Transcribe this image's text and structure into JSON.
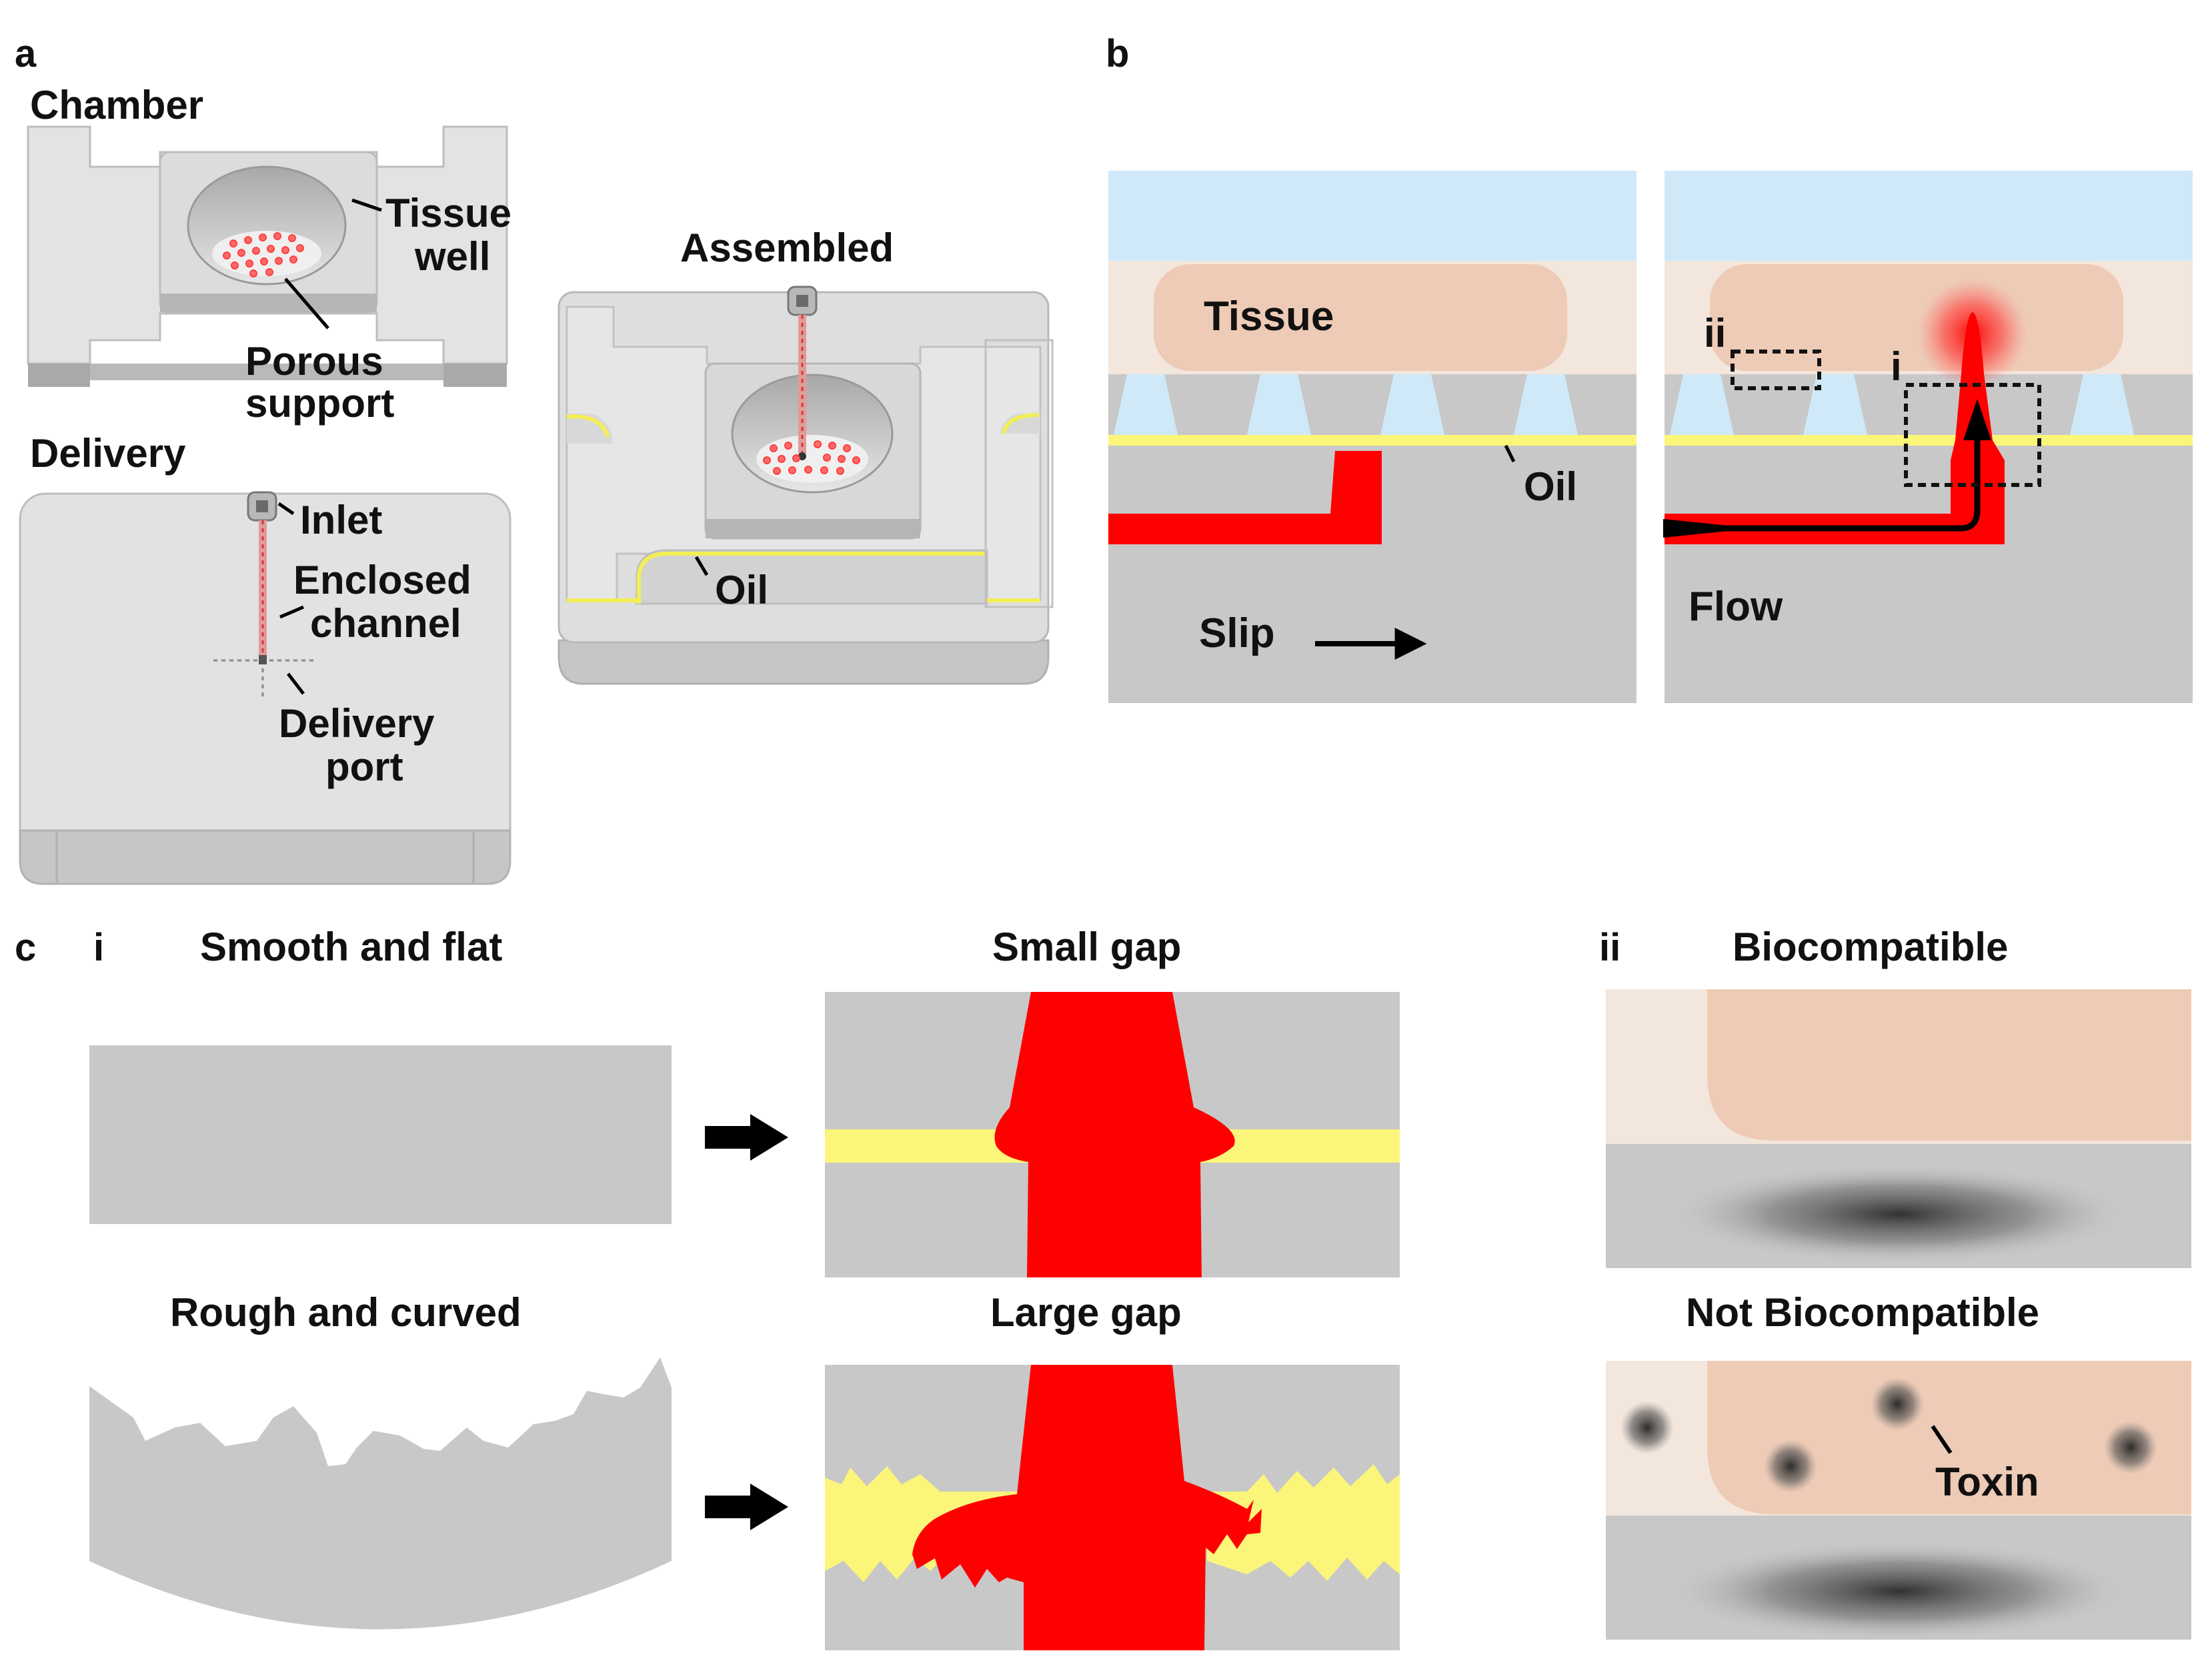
{
  "panels": {
    "a": "a",
    "b": "b",
    "c": "c"
  },
  "panel_a": {
    "chamber": {
      "title": "Chamber",
      "tissue_well": [
        "Tissue",
        "well"
      ],
      "porous_support": [
        "Porous",
        "support"
      ]
    },
    "delivery": {
      "title": "Delivery",
      "inlet": "Inlet",
      "enclosed_channel": [
        "Enclosed",
        "channel"
      ],
      "delivery_port": [
        "Delivery",
        "port"
      ]
    },
    "assembled": {
      "title": "Assembled",
      "oil": "Oil"
    }
  },
  "panel_b": {
    "left": {
      "tissue": "Tissue",
      "oil": "Oil",
      "slip": "Slip"
    },
    "right": {
      "flow": "Flow",
      "marker_i": "i",
      "marker_ii": "ii"
    }
  },
  "panel_c": {
    "i": {
      "roman": "i",
      "smooth": "Smooth and flat",
      "rough": "Rough and curved",
      "small_gap": "Small gap",
      "large_gap": "Large gap"
    },
    "ii": {
      "roman": "ii",
      "biocompatible": "Biocompatible",
      "not_biocompatible": "Not Biocompatible",
      "toxin": "Toxin"
    }
  },
  "colors": {
    "device_gray": "#c8c8c8",
    "device_light": "#e2e2e2",
    "oil_yellow": "#fbf57a",
    "fluid_red": "#ff0000",
    "tissue_peach": "#eecbb6",
    "medium_blue": "#cfe9f8"
  }
}
